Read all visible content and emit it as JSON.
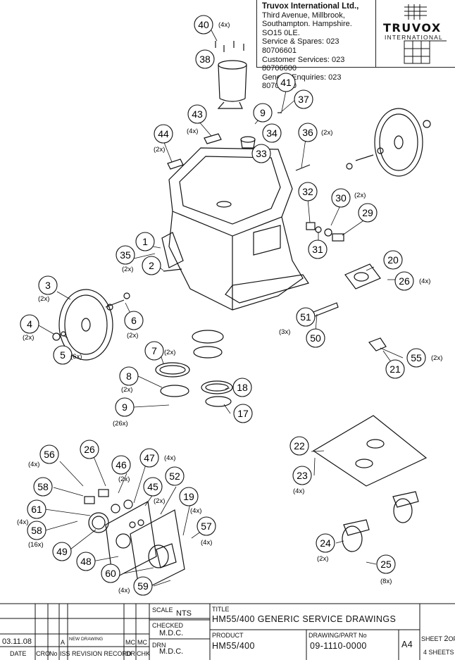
{
  "company": {
    "name": "Truvox International Ltd.,",
    "address_lines": [
      "Third Avenue, Millbrook,",
      "Southampton. Hampshire.",
      "SO15 0LE."
    ],
    "contacts": [
      "Service & Spares: 023 80706601",
      "Customer Services: 023 80706600",
      "General Enquiries: 023 80702200"
    ]
  },
  "logo": {
    "wordmark": "TRUVOX",
    "subtitle": "INTERNATIONAL"
  },
  "callouts": [
    {
      "id": "c40",
      "number": "40",
      "qty": "(4x)"
    },
    {
      "id": "c38",
      "number": "38",
      "qty": ""
    },
    {
      "id": "c41",
      "number": "41",
      "qty": ""
    },
    {
      "id": "c37",
      "number": "37",
      "qty": ""
    },
    {
      "id": "c43",
      "number": "43",
      "qty": "(4x)"
    },
    {
      "id": "c9a",
      "number": "9",
      "qty": ""
    },
    {
      "id": "c34",
      "number": "34",
      "qty": ""
    },
    {
      "id": "c44",
      "number": "44",
      "qty": "(2x)"
    },
    {
      "id": "c33",
      "number": "33",
      "qty": ""
    },
    {
      "id": "c36",
      "number": "36",
      "qty": "(2x)"
    },
    {
      "id": "c32",
      "number": "32",
      "qty": ""
    },
    {
      "id": "c30",
      "number": "30",
      "qty": "(2x)"
    },
    {
      "id": "c29",
      "number": "29",
      "qty": ""
    },
    {
      "id": "c31",
      "number": "31",
      "qty": ""
    },
    {
      "id": "c1",
      "number": "1",
      "qty": ""
    },
    {
      "id": "c35",
      "number": "35",
      "qty": "(2x)"
    },
    {
      "id": "c2",
      "number": "2",
      "qty": ""
    },
    {
      "id": "c20",
      "number": "20",
      "qty": ""
    },
    {
      "id": "c26a",
      "number": "26",
      "qty": "(4x)"
    },
    {
      "id": "c3",
      "number": "3",
      "qty": "(2x)"
    },
    {
      "id": "c6",
      "number": "6",
      "qty": "(2x)"
    },
    {
      "id": "c4",
      "number": "4",
      "qty": "(2x)"
    },
    {
      "id": "c5",
      "number": "5",
      "qty": "(6x)"
    },
    {
      "id": "c51",
      "number": "51",
      "qty": "(3x)"
    },
    {
      "id": "c50",
      "number": "50",
      "qty": ""
    },
    {
      "id": "c55",
      "number": "55",
      "qty": "(2x)"
    },
    {
      "id": "c21",
      "number": "21",
      "qty": ""
    },
    {
      "id": "c7",
      "number": "7",
      "qty": "(2x)"
    },
    {
      "id": "c8",
      "number": "8",
      "qty": "(2x)"
    },
    {
      "id": "c18",
      "number": "18",
      "qty": ""
    },
    {
      "id": "c9b",
      "number": "9",
      "qty": "(26x)"
    },
    {
      "id": "c17",
      "number": "17",
      "qty": ""
    },
    {
      "id": "c22",
      "number": "22",
      "qty": ""
    },
    {
      "id": "c23",
      "number": "23",
      "qty": "(4x)"
    },
    {
      "id": "c56",
      "number": "56",
      "qty": "(4x)"
    },
    {
      "id": "c26b",
      "number": "26",
      "qty": ""
    },
    {
      "id": "c46",
      "number": "46",
      "qty": "(2x)"
    },
    {
      "id": "c47",
      "number": "47",
      "qty": "(4x)"
    },
    {
      "id": "c52",
      "number": "52",
      "qty": ""
    },
    {
      "id": "c58a",
      "number": "58",
      "qty": ""
    },
    {
      "id": "c45",
      "number": "45",
      "qty": "(2x)"
    },
    {
      "id": "c61",
      "number": "61",
      "qty": "(4x)"
    },
    {
      "id": "c19",
      "number": "19",
      "qty": "(4x)"
    },
    {
      "id": "c58b",
      "number": "58",
      "qty": "(16x)"
    },
    {
      "id": "c57",
      "number": "57",
      "qty": "(4x)"
    },
    {
      "id": "c49",
      "number": "49",
      "qty": ""
    },
    {
      "id": "c48",
      "number": "48",
      "qty": ""
    },
    {
      "id": "c60",
      "number": "60",
      "qty": ""
    },
    {
      "id": "c59",
      "number": "59",
      "qty": "(4x)"
    },
    {
      "id": "c24",
      "number": "24",
      "qty": "(2x)"
    },
    {
      "id": "c25",
      "number": "25",
      "qty": "(8x)"
    }
  ],
  "title_block": {
    "scale_label": "SCALE",
    "scale_value": "NTS",
    "title_label": "TITLE",
    "title_value": "HM55/400  GENERIC  SERVICE  DRAWINGS",
    "checked_label": "CHECKED",
    "checked_value": "M.D.C.",
    "drn_label": "DRN",
    "drn_value": "M.D.C.",
    "product_label": "PRODUCT",
    "product_value": "HM55/400",
    "drawing_no_label": "DRAWING/PART No",
    "drawing_no_value": "09-1110-0000",
    "size": "A4",
    "sheet_label": "SHEET",
    "sheet_number": "2",
    "sheet_of": "OF",
    "sheet_total": "4 SHEETS",
    "revision": {
      "date_value": "03.11.08",
      "iss_value": "A",
      "record_value": "NEW DRAWING",
      "dr_value": "MC",
      "chk_value": "MC",
      "headers": {
        "date": "DATE",
        "cro": "CRO",
        "no": "No",
        "iss": "ISS",
        "record": "REVISION RECORD",
        "dr": "DR",
        "chk": "CHK"
      }
    }
  }
}
